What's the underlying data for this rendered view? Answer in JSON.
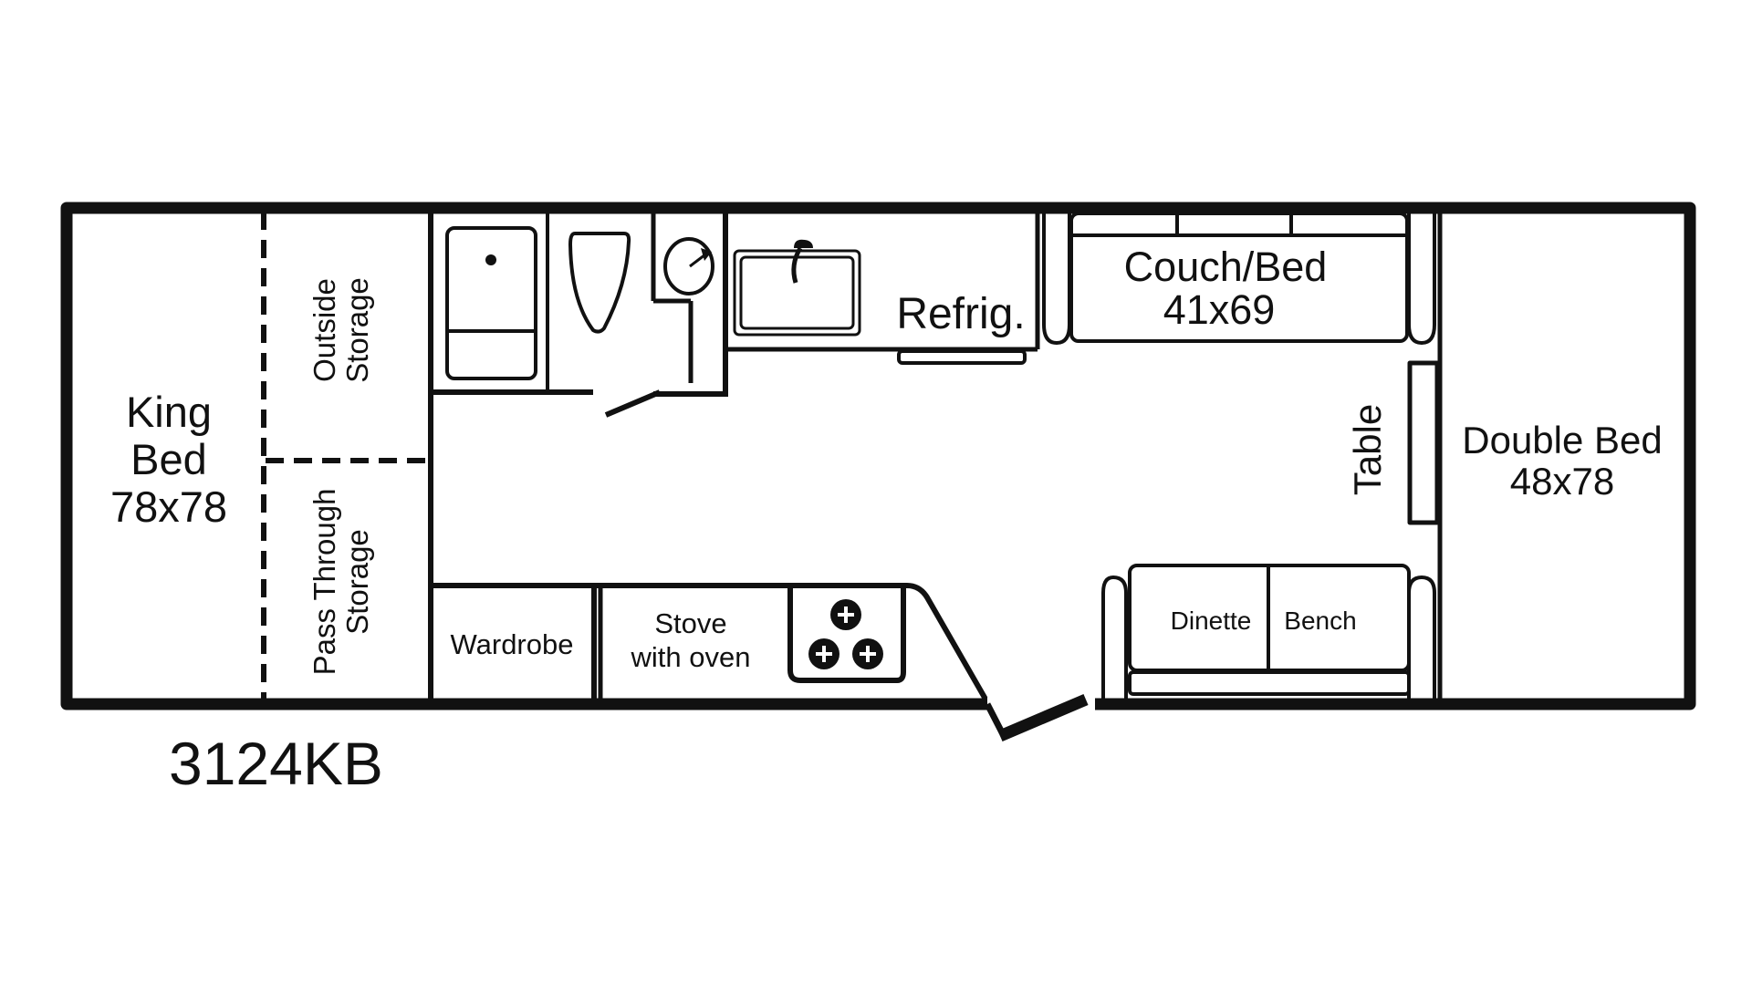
{
  "model": "3124KB",
  "colors": {
    "line": "#111111",
    "background": "#ffffff"
  },
  "rooms": {
    "king_bed": {
      "line1": "King",
      "line2": "Bed",
      "size": "78x78"
    },
    "outside_storage": {
      "line1": "Outside",
      "line2": "Storage"
    },
    "pass_through_storage": {
      "line1": "Pass Through",
      "line2": "Storage"
    },
    "wardrobe": "Wardrobe",
    "stove": {
      "line1": "Stove",
      "line2": "with oven"
    },
    "refrigerator": "Refrig.",
    "couch_bed": {
      "label": "Couch/Bed",
      "size": "41x69"
    },
    "table": "Table",
    "double_bed": {
      "label": "Double Bed",
      "size": "48x78"
    },
    "dinette": "Dinette",
    "bench": "Bench"
  }
}
